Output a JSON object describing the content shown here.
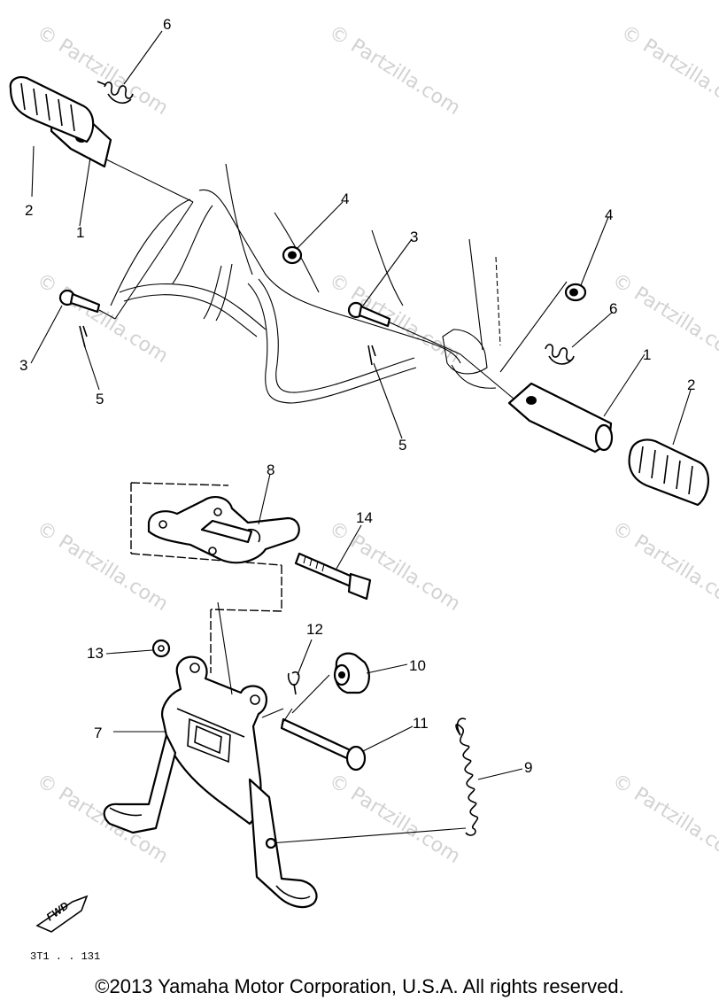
{
  "watermark": "© Partzilla.com",
  "callouts": {
    "c6a": "6",
    "c2a": "2",
    "c1a": "1",
    "c4a": "4",
    "c3a": "3",
    "c3b": "3",
    "c5a": "5",
    "c5b": "5",
    "c4b": "4",
    "c6b": "6",
    "c1b": "1",
    "c2b": "2",
    "c8": "8",
    "c14": "14",
    "c12": "12",
    "c10": "10",
    "c13": "13",
    "c7": "7",
    "c11": "11",
    "c9": "9"
  },
  "forward_mark": "FWD",
  "drawing_code": "3T1 . . 131",
  "copyright": "©2013 Yamaha Motor Corporation, U.S.A. All rights reserved."
}
